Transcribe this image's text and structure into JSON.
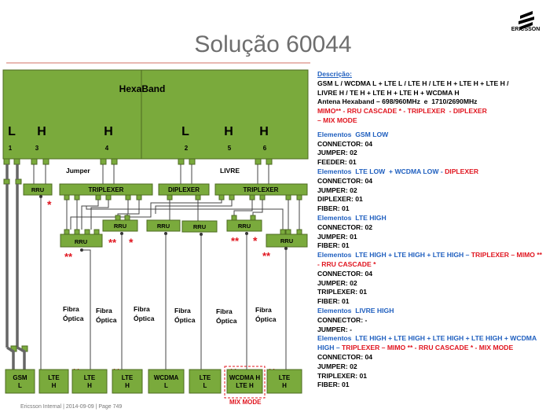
{
  "header": {
    "title": "Solução 60044",
    "logo_text": "ERICSSON",
    "logo_icon": "ericsson-logo-icon"
  },
  "diagram": {
    "hexaband_label": "HexaBand",
    "ports": [
      {
        "band": "L",
        "number": "1"
      },
      {
        "band": "H",
        "number": "3"
      },
      {
        "band": "H",
        "number": "4"
      },
      {
        "band": "L",
        "number": "2"
      },
      {
        "band": "H",
        "number": "5"
      },
      {
        "band": "H",
        "number": "6"
      }
    ],
    "jumper_label": "Jumper",
    "livre_label": "LIVRE",
    "rru_label": "RRU",
    "triplexer_label": "TRIPLEXER",
    "diplexer_label": "DIPLEXER",
    "fiber_label_line1": "Fibra",
    "fiber_label_line2": "Óptica",
    "mimo_mark": "**",
    "cascade_mark": "*",
    "mix_mode_label": "MIX MODE",
    "bottom_boxes": [
      {
        "line1": "GSM",
        "line2": "L"
      },
      {
        "line1": "LTE",
        "line2": "H"
      },
      {
        "line1": "LTE",
        "line2": "H"
      },
      {
        "line1": "LTE",
        "line2": "H"
      },
      {
        "line1": "WCDMA",
        "line2": "L"
      },
      {
        "line1": "LTE",
        "line2": "L"
      },
      {
        "line1": "WCDMA H",
        "line2": "LTE H"
      },
      {
        "line1": "LTE",
        "line2": "H"
      }
    ]
  },
  "description": {
    "heading": "Descrição:",
    "line1": "GSM L / WCDMA L + LTE L / LTE H / LTE H + LTE H + LTE H /",
    "line2": "LIVRE H / TE H + LTE H + LTE H + WCDMA H",
    "line3": "Antena Hexaband – 698/960MHz  e  1710/2690MHz",
    "line4": "MIMO** - RRU CASCADE * - TRIPLEXER  - DIPLEXER",
    "line5": "– MIX MODE",
    "groups": [
      {
        "title": "Elementos  GSM LOW",
        "title_red": "",
        "items": [
          "CONNECTOR: 04",
          "JUMPER: 02",
          "FEEDER: 01"
        ]
      },
      {
        "title": "Elementos  LTE LOW  + WCDMA LOW - ",
        "title_red": "DIPLEXER",
        "items": [
          "CONNECTOR: 04",
          "JUMPER: 02",
          "DIPLEXER: 01",
          "FIBER: 01"
        ]
      },
      {
        "title": "Elementos  LTE HIGH",
        "title_red": "",
        "items": [
          "CONNECTOR: 02",
          "JUMPER: 01",
          "FIBER: 01"
        ]
      },
      {
        "title": "Elementos  LTE HIGH + LTE HIGH + LTE HIGH – ",
        "title_red": "TRIPLEXER – MIMO ** - RRU CASCADE *",
        "items": [
          "CONNECTOR: 04",
          "JUMPER: 02",
          "TRIPLEXER: 01",
          "FIBER: 01"
        ]
      },
      {
        "title": "Elementos  LIVRE HIGH",
        "title_red": "",
        "items": [
          "CONNECTOR: -",
          "JUMPER: -"
        ]
      },
      {
        "title": "Elementos  LTE HIGH + LTE HIGH + LTE HIGH + LTE HIGH + WCDMA HIGH – ",
        "title_red": "TRIPLEXER – MIMO ** - RRU CASCADE * - MIX MODE",
        "items": [
          "CONNECTOR: 04",
          "JUMPER: 02",
          "TRIPLEXER: 01",
          "FIBER: 01"
        ]
      }
    ]
  },
  "footer": {
    "text": "Ericsson Internal  |  2014-09-09  |  Page 749"
  },
  "colors": {
    "box_green": "#7aaa3c",
    "box_border": "#4d6b22",
    "heading_blue": "#1f5fbf",
    "accent_red": "#e0141e"
  }
}
